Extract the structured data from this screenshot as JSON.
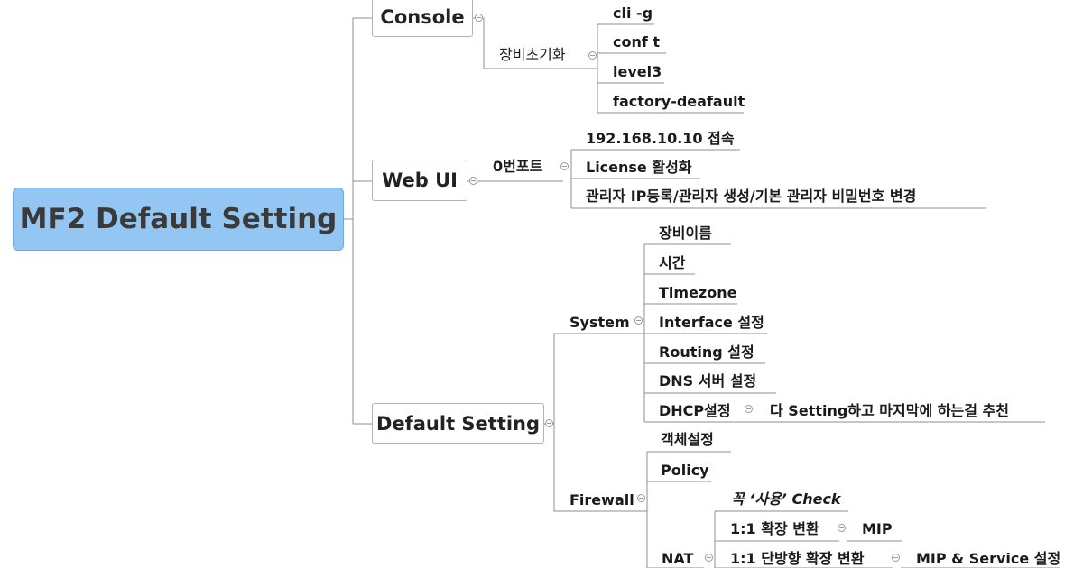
{
  "root": {
    "label": "MF2 Default Setting"
  },
  "console": {
    "label": "Console",
    "init": {
      "label": "장비초기화",
      "items": [
        "cli -g",
        "conf t",
        "level3",
        "factory-deafault"
      ]
    }
  },
  "webui": {
    "label": "Web UI",
    "port": {
      "label": "0번포트",
      "items": [
        "192.168.10.10 접속",
        "License 활성화",
        "관리자 IP등록/관리자 생성/기본 관리자 비밀번호 변경"
      ]
    }
  },
  "default_setting": {
    "label": "Default Setting",
    "system": {
      "label": "System",
      "items": [
        "장비이름",
        "시간",
        "Timezone",
        "Interface 설정",
        "Routing 설정",
        "DNS 서버 설정",
        "DHCP설정"
      ],
      "dhcp_note": "다 Setting하고 마지막에 하는걸 추천"
    },
    "firewall": {
      "label": "Firewall",
      "items": [
        "객체설정",
        "Policy"
      ],
      "nat": {
        "label": "NAT",
        "note": "꼭 ‘사용’ Check",
        "row1": {
          "label": "1:1 확장 변환",
          "child": "MIP"
        },
        "row2": {
          "label": "1:1 단방향 확장 변환",
          "child": "MIP & Service 설정"
        }
      }
    }
  }
}
